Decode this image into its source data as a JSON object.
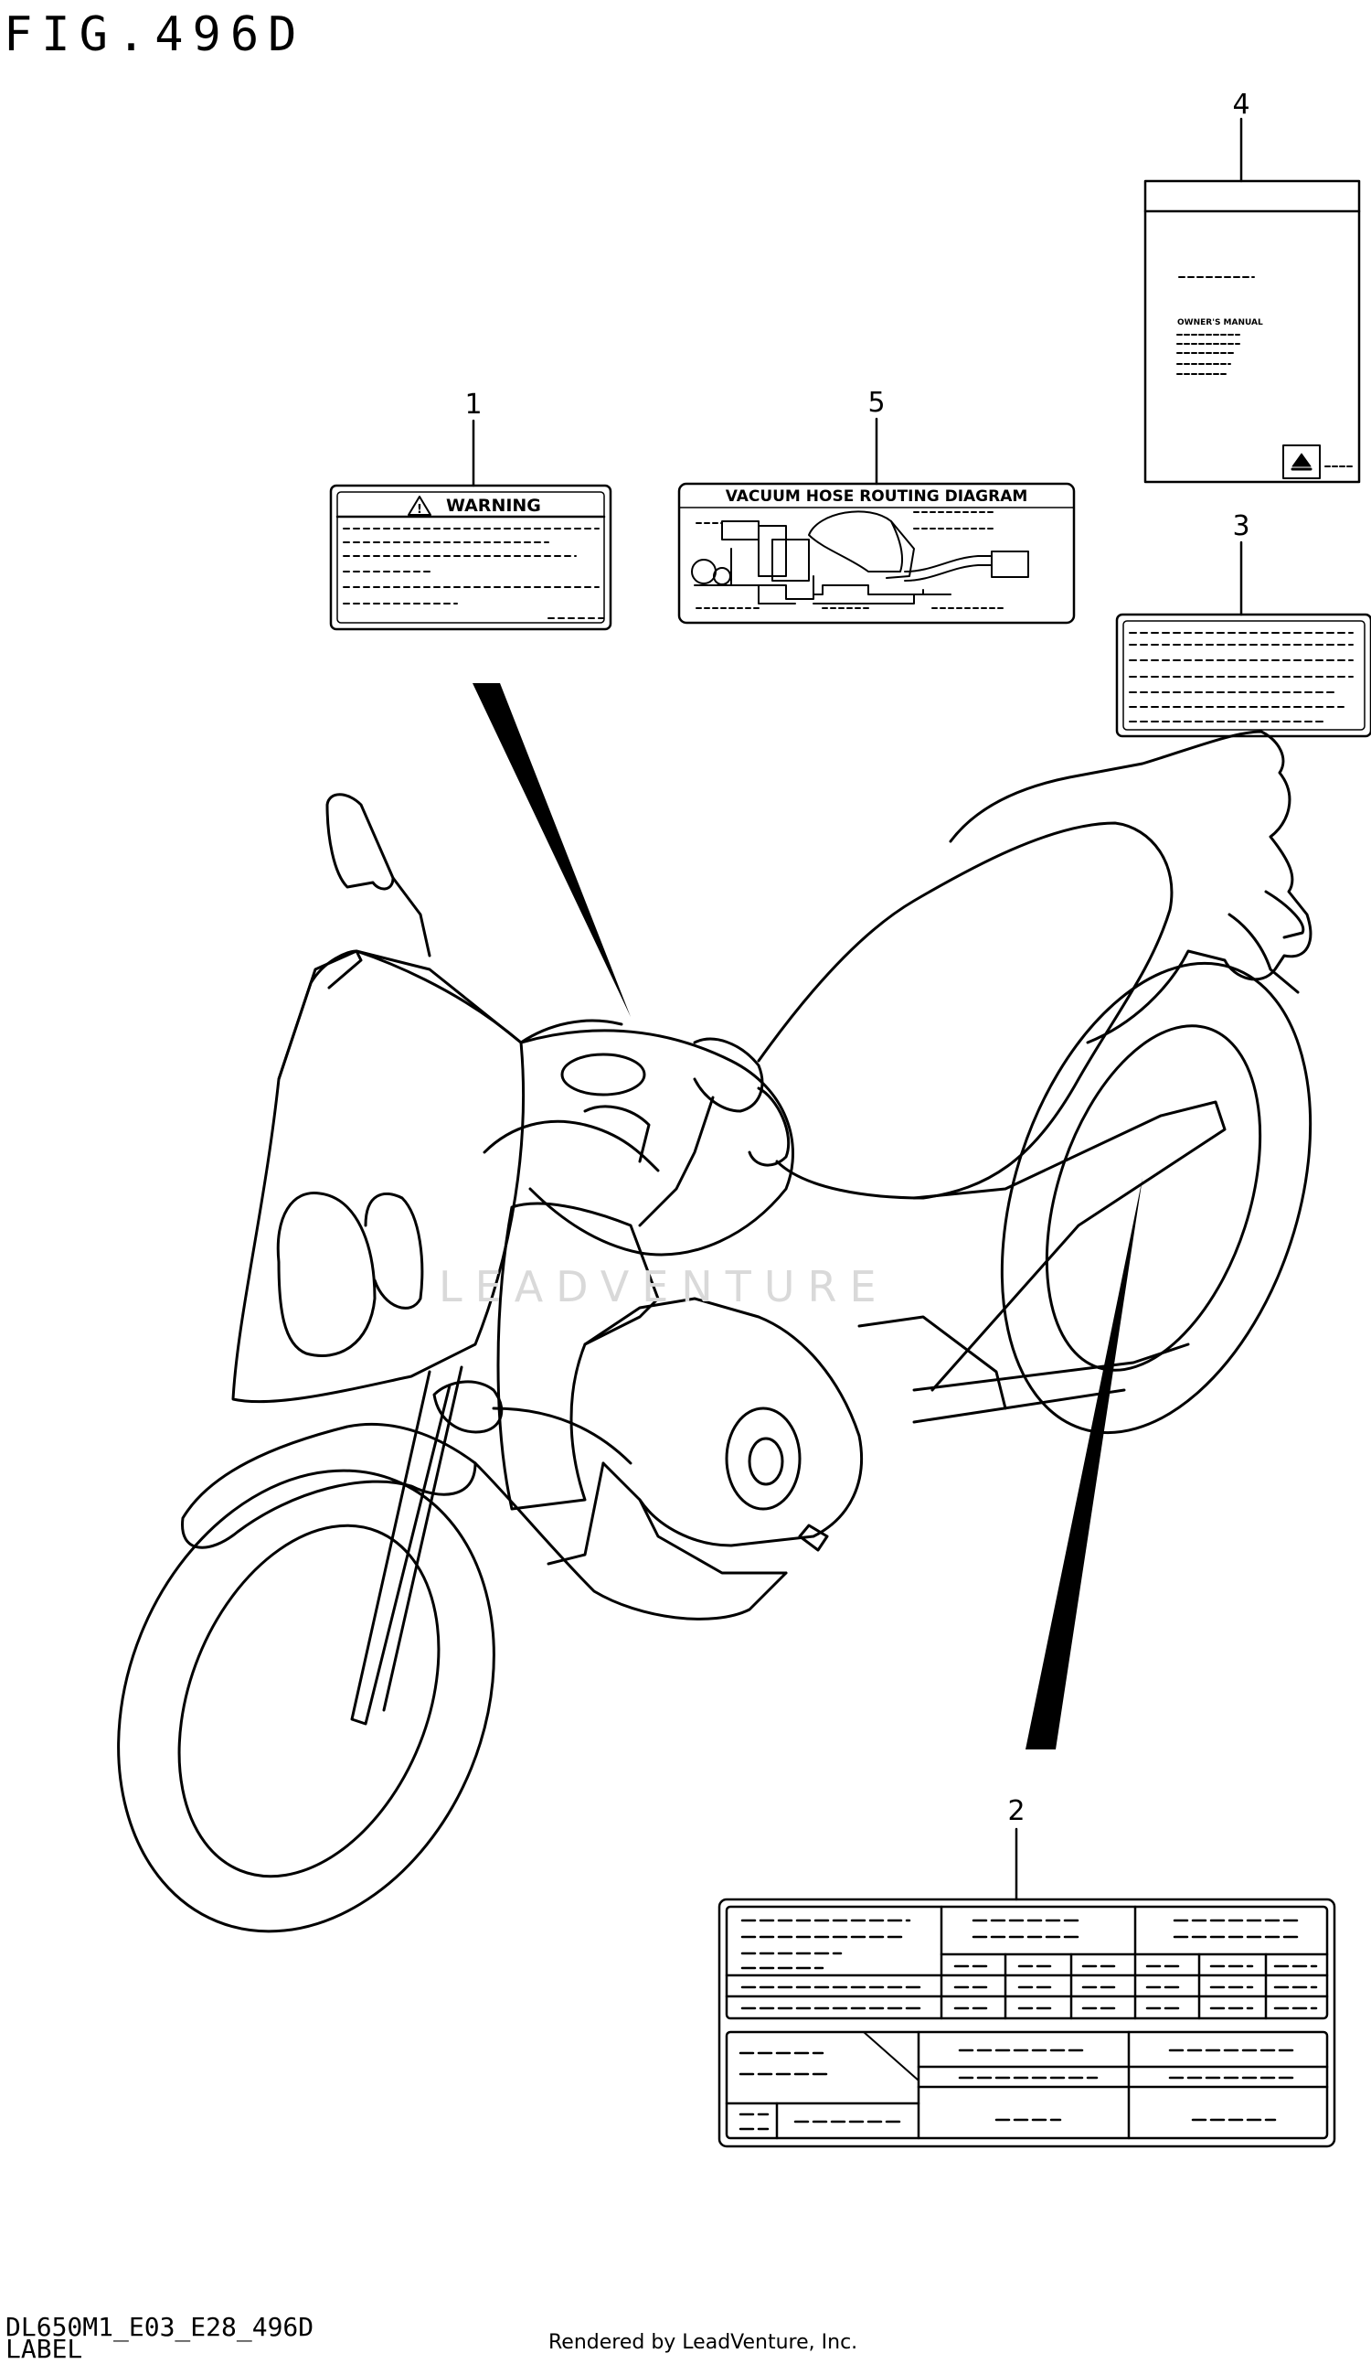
{
  "figure": {
    "title": "FIG.496D",
    "part_code": "DL650M1_E03_E28_496D",
    "caption": "LABEL",
    "credit": "Rendered by LeadVenture, Inc.",
    "watermark": "LEADVENTURE"
  },
  "callouts": [
    {
      "number": "1",
      "part": "warning-label"
    },
    {
      "number": "2",
      "part": "information-label"
    },
    {
      "number": "3",
      "part": "label"
    },
    {
      "number": "4",
      "part": "owners-manual"
    },
    {
      "number": "5",
      "part": "vacuum-hose-routing-label"
    }
  ],
  "labels": {
    "warning_heading": "WARNING",
    "vacuum_heading": "VACUUM HOSE ROUTING DIAGRAM",
    "manual_heading": "OWNER'S MANUAL"
  }
}
